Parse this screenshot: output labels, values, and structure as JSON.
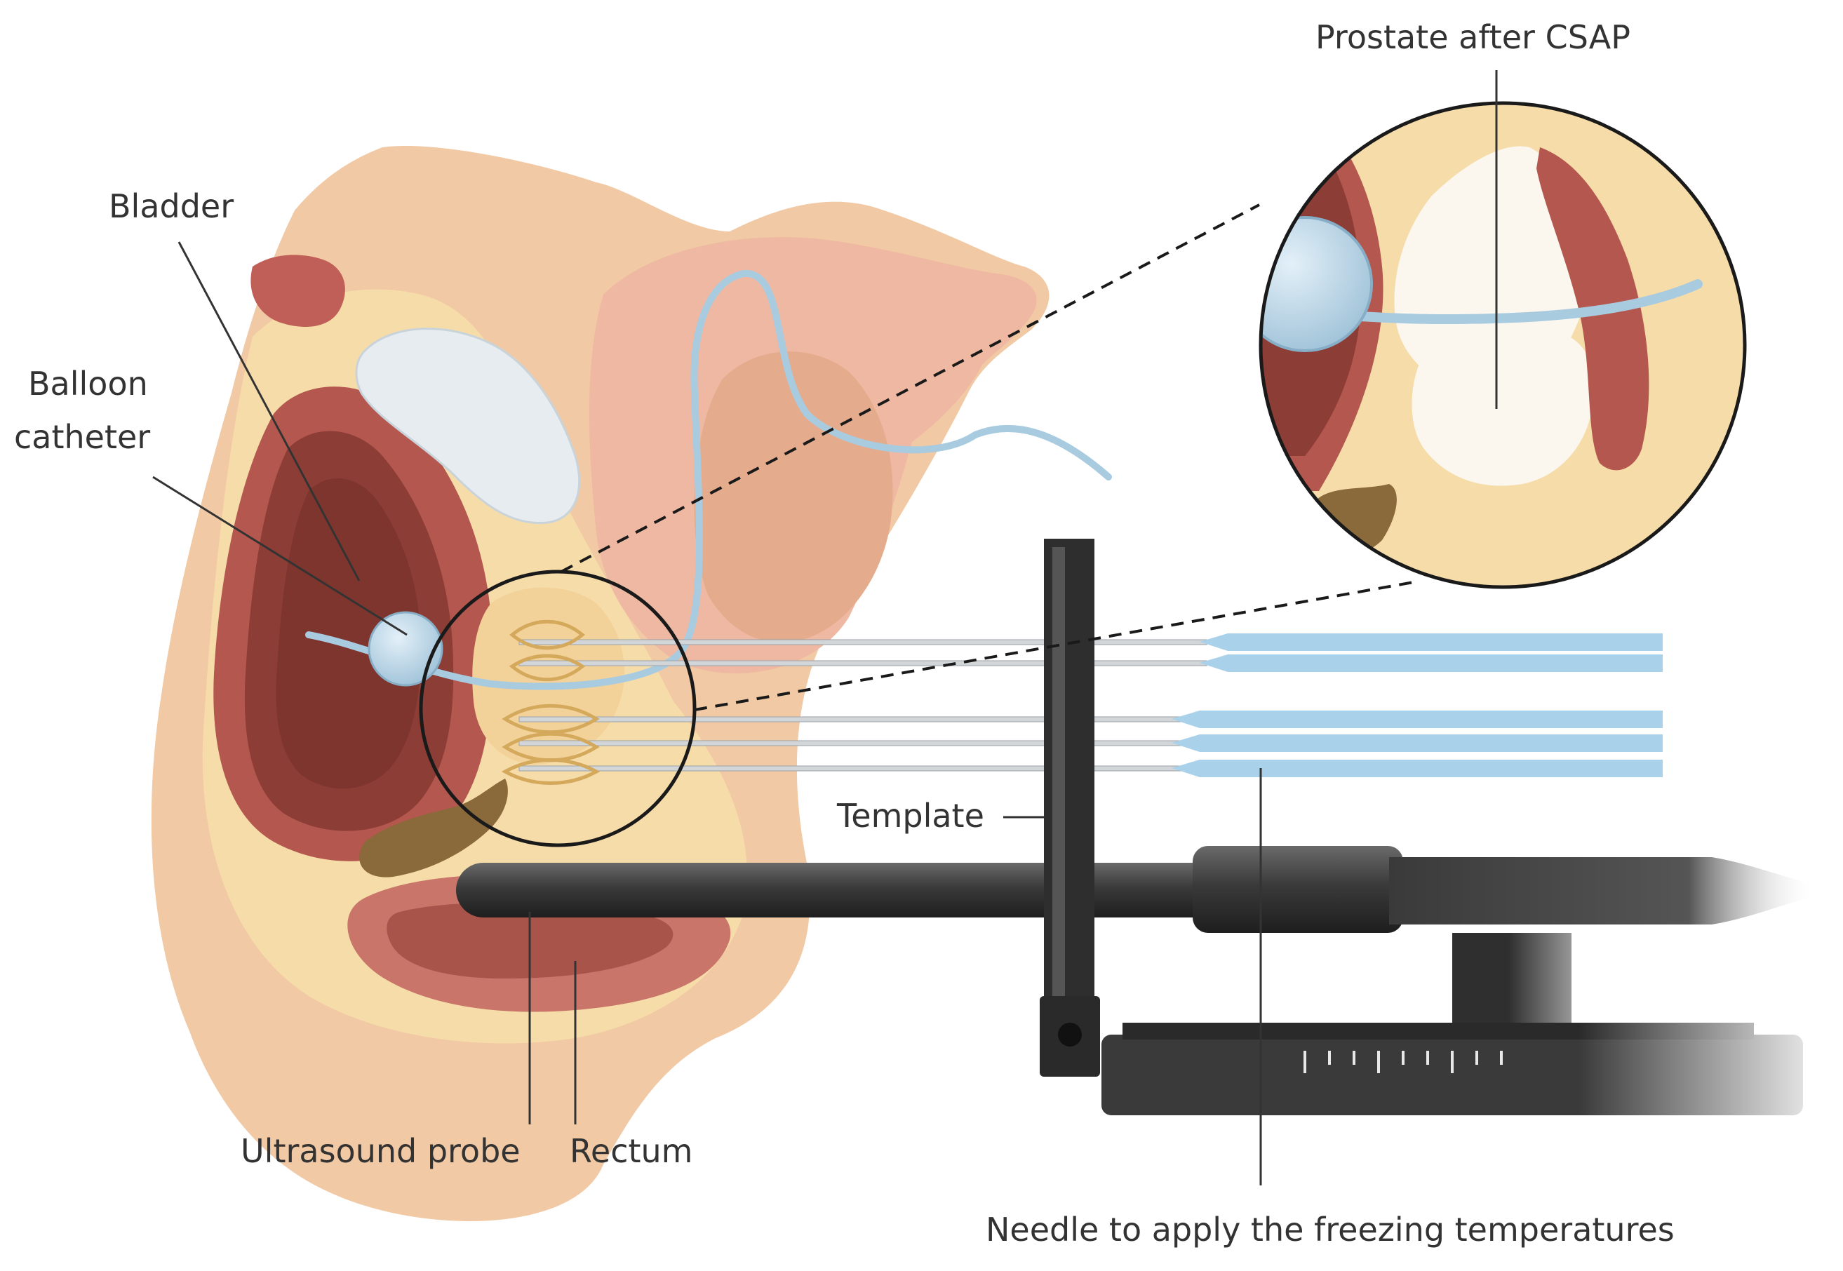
{
  "labels": {
    "prostate_after": "Prostate after CSAP",
    "bladder": "Bladder",
    "balloon_line1": "Balloon",
    "balloon_line2": "catheter",
    "template": "Template",
    "ultrasound_probe": "Ultrasound probe",
    "rectum": "Rectum",
    "needle": "Needle to apply the freezing temperatures"
  },
  "colors": {
    "skin": "#f1c9a4",
    "fat": "#f6dca9",
    "bladder_wall": "#b4574f",
    "bladder_inner": "#8c3d36",
    "muscle": "#c05f58",
    "penis": "#efb8a2",
    "bone": "#e7ecf0",
    "catheter": "#a9cbe0",
    "balloon": "#c2dcec",
    "probe": "#3b3b3b",
    "needle_sheath": "#a9d1ea",
    "leader": "#333333",
    "ice": "#fbf7ee"
  }
}
